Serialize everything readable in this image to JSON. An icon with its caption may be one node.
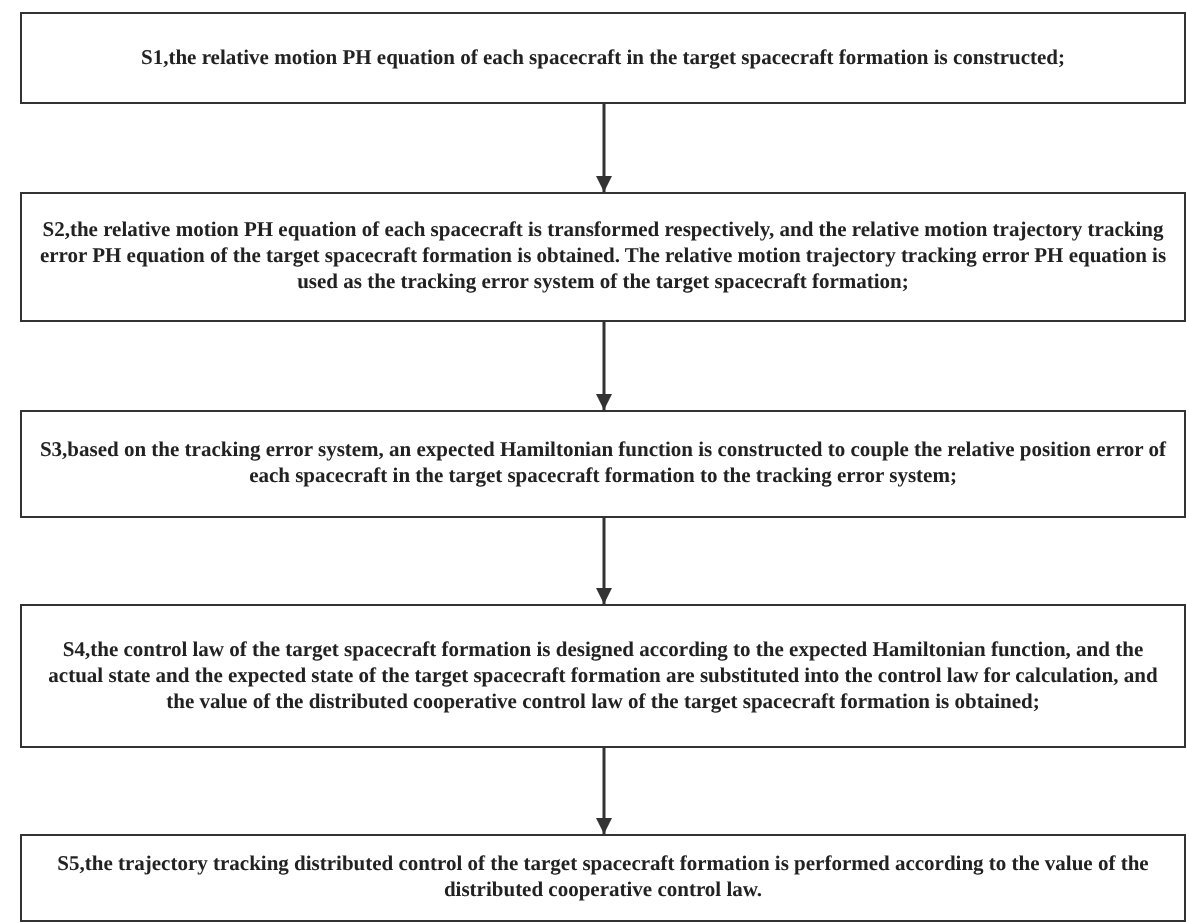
{
  "diagram": {
    "nodes": [
      {
        "text": [
          "S1,the relative motion PH equation of each spacecraft in the target spacecraft formation is constructed;"
        ]
      },
      {
        "text": [
          "S2,the relative motion PH equation of each spacecraft is transformed respectively, and the relative motion trajectory tracking error PH equation of the target spacecraft formation is obtained. The relative motion trajectory tracking error PH equation is used as the tracking error system of the target spacecraft formation;"
        ]
      },
      {
        "text": [
          "S3,based on the tracking error system, an expected Hamiltonian function is constructed to couple the relative position error of each spacecraft in the target spacecraft formation to the tracking error system;"
        ]
      },
      {
        "text": [
          "S4,the control law of the target spacecraft formation is designed according to the expected Hamiltonian function, and the actual state and the expected state of the target spacecraft formation are substituted into the control law for calculation, and the value of the distributed cooperative control law of the target spacecraft formation is obtained;"
        ]
      },
      {
        "text": [
          "S5,the trajectory tracking distributed control of the target spacecraft formation is performed according to the value of the distributed cooperative control law."
        ]
      }
    ],
    "edges": [
      {
        "from": 0,
        "to": 1,
        "arrow": "to"
      },
      {
        "from": 1,
        "to": 2,
        "arrow": "to"
      },
      {
        "from": 2,
        "to": 3,
        "arrow": "to"
      },
      {
        "from": 3,
        "to": 4,
        "arrow": "to"
      }
    ]
  }
}
